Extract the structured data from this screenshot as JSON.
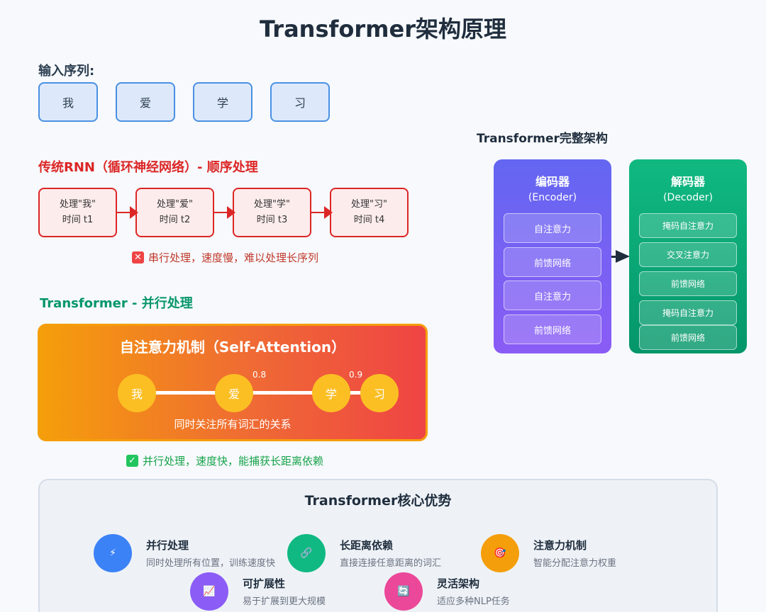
{
  "title": "Transformer架构原理",
  "input": {
    "label": "输入序列:",
    "tokens": [
      "我",
      "爱",
      "学",
      "习"
    ]
  },
  "rnn": {
    "label": "传统RNN（循环神经网络）- 顺序处理",
    "steps": [
      {
        "line1": "处理\"我\"",
        "line2": "时间 t1"
      },
      {
        "line1": "处理\"爱\"",
        "line2": "时间 t2"
      },
      {
        "line1": "处理\"学\"",
        "line2": "时间 t3"
      },
      {
        "line1": "处理\"习\"",
        "line2": "时间 t4"
      }
    ],
    "note": "串行处理，速度慢，难以处理长序列",
    "note_color": "#c0392b"
  },
  "transformer": {
    "label": "Transformer - 并行处理",
    "attention_title": "自注意力机制（Self-Attention）",
    "nodes": [
      "我",
      "爱",
      "学",
      "习"
    ],
    "weights": [
      "0.8",
      "0.9"
    ],
    "caption": "同时关注所有词汇的关系",
    "note": "并行处理，速度快，能捕获长距离依赖",
    "note_color": "#16a34a"
  },
  "architecture": {
    "title": "Transformer完整架构",
    "encoder": {
      "name": "编码器",
      "sub": "(Encoder)",
      "layers": [
        "自注意力",
        "前馈网络",
        "自注意力",
        "前馈网络"
      ]
    },
    "decoder": {
      "name": "解码器",
      "sub": "(Decoder)",
      "layers": [
        "掩码自注意力",
        "交叉注意力",
        "前馈网络",
        "掩码自注意力",
        "前馈网络"
      ]
    }
  },
  "advantages": {
    "title": "Transformer核心优势",
    "items": [
      {
        "name": "并行处理",
        "desc": "同时处理所有位置，训练速度快",
        "icon": "lightning-icon",
        "glyph": "⚡",
        "color": "#3b82f6"
      },
      {
        "name": "长距离依赖",
        "desc": "直接连接任意距离的词汇",
        "icon": "link-icon",
        "glyph": "🔗",
        "color": "#10b981"
      },
      {
        "name": "注意力机制",
        "desc": "智能分配注意力权重",
        "icon": "target-icon",
        "glyph": "🎯",
        "color": "#f59e0b"
      },
      {
        "name": "可扩展性",
        "desc": "易于扩展到更大规模",
        "icon": "chart-up-icon",
        "glyph": "📈",
        "color": "#8b5cf6"
      },
      {
        "name": "灵活架构",
        "desc": "适应多种NLP任务",
        "icon": "refresh-icon",
        "glyph": "🔄",
        "color": "#ec4899"
      }
    ]
  },
  "colors": {
    "rnn_label": "#dc2626",
    "transformer_label": "#059669"
  }
}
